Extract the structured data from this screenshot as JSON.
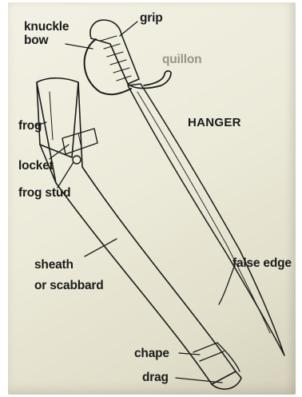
{
  "title": "HANGER",
  "labels": {
    "knuckle_bow": [
      "knuckle",
      "bow"
    ],
    "grip": "grip",
    "quillon": "quillon",
    "frog": "frog",
    "locket": "locket",
    "frog_stud": "frog stud",
    "sheath": [
      "sheath",
      "or scabbard"
    ],
    "false_edge": "false edge",
    "chape": "chape",
    "drag": "drag"
  },
  "colors": {
    "ink": "#1b1b1b",
    "highlight": "#9a9488",
    "paper": "#efedde"
  }
}
